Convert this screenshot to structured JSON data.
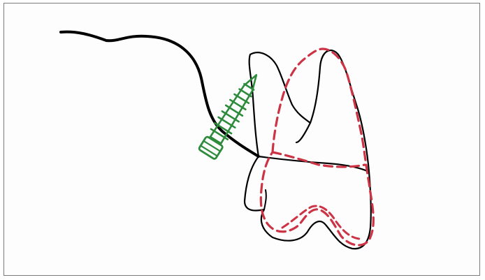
{
  "diagram": {
    "colors": {
      "outline": "#000000",
      "screw": "#2e8b3c",
      "tooth_dashed": "#cc3344",
      "background": "#ffffff",
      "border": "#7a7a7a"
    },
    "parts": [
      {
        "id": "bone-contour",
        "icon": "bone-line"
      },
      {
        "id": "tooth-outline",
        "icon": "tooth-black-outline"
      },
      {
        "id": "tooth-dashed-outline",
        "icon": "tooth-red-dashed-outline"
      },
      {
        "id": "screw",
        "icon": "screw-implant-icon"
      }
    ]
  }
}
